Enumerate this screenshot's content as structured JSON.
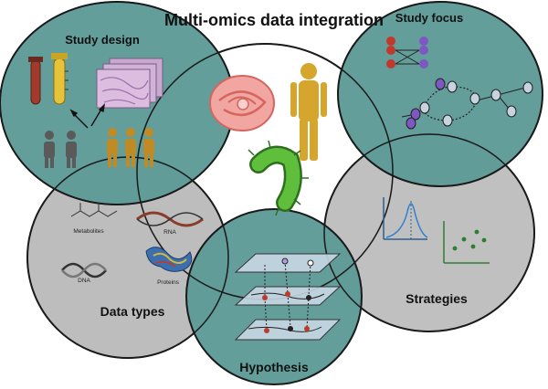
{
  "diagram": {
    "title": "Multi-omics data integration",
    "sections": {
      "study_design": "Study design",
      "study_focus": "Study focus",
      "data_types": "Data types",
      "strategies": "Strategies",
      "hypothesis": "Hypothesis"
    },
    "data_type_items": {
      "metabolites": "Metabolites",
      "rna": "RNA",
      "dna": "DNA",
      "proteins": "Proteins"
    },
    "colors": {
      "teal": "#5d9a96",
      "gray": "#b8b8b8",
      "outline": "#1a1a1a"
    }
  }
}
